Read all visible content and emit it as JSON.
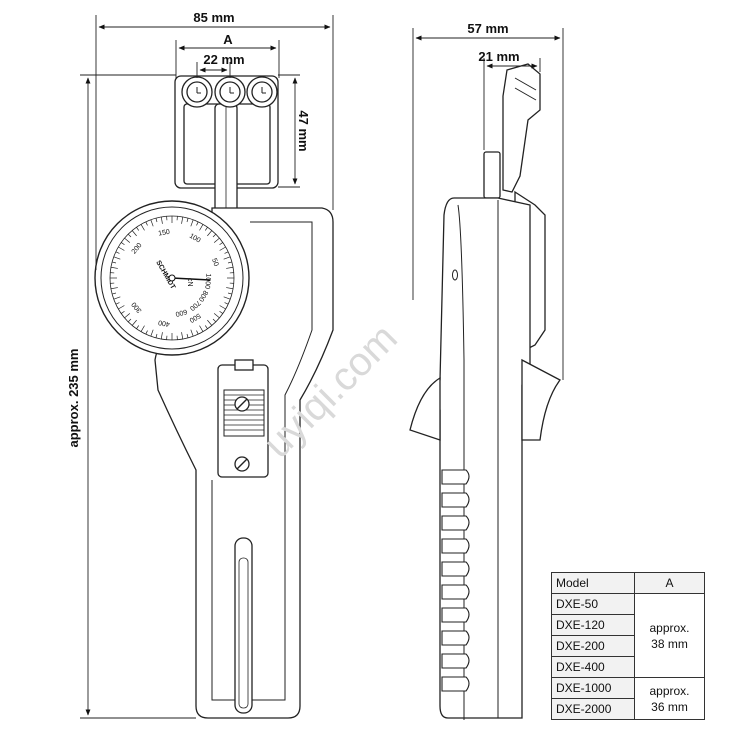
{
  "dimensions": {
    "width_85": "85 mm",
    "a_label": "A",
    "spacing_22": "22 mm",
    "height_47": "47 mm",
    "height_235": "approx. 235 mm",
    "depth_57": "57 mm",
    "depth_21": "21 mm"
  },
  "dial": {
    "brand": "SCHMIDT",
    "unit": "cN",
    "scale_inner": [
      "50",
      "100",
      "150",
      "200",
      "300",
      "400",
      "500"
    ],
    "scale_outer": [
      "1000",
      "800",
      "700",
      "600"
    ]
  },
  "watermark": "uyiqi.com",
  "model_table": {
    "headers": [
      "Model",
      "A"
    ],
    "rows": [
      {
        "model": "DXE-50"
      },
      {
        "model": "DXE-120"
      },
      {
        "model": "DXE-200"
      },
      {
        "model": "DXE-400"
      },
      {
        "model": "DXE-1000"
      },
      {
        "model": "DXE-2000"
      }
    ],
    "group_notes": [
      {
        "line1": "approx.",
        "line2": "38 mm"
      },
      {
        "line1": "approx.",
        "line2": "36 mm"
      }
    ]
  }
}
